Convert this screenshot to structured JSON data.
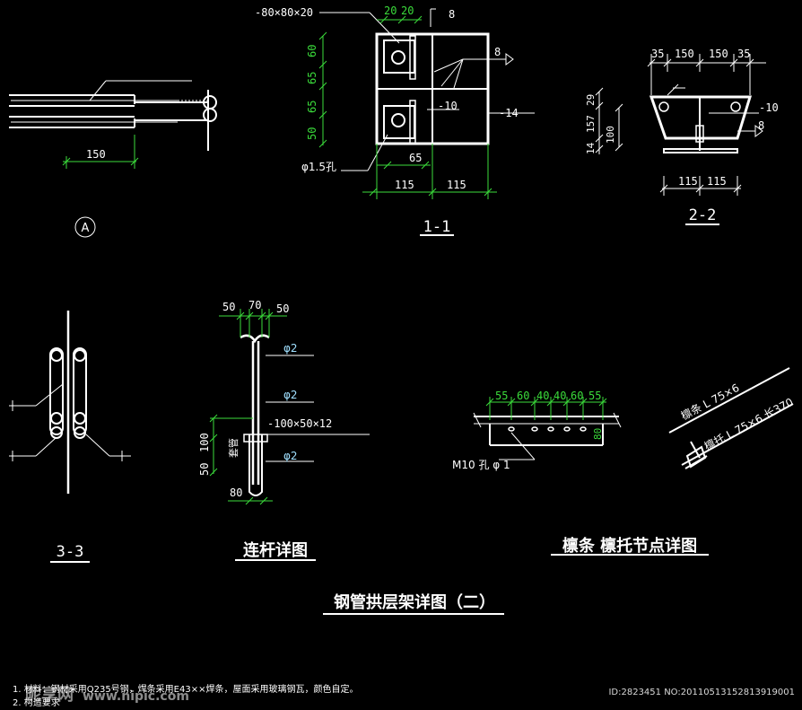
{
  "drawing": {
    "main_title": "钢管拱层架详图（二）",
    "note_line1": "1. 材料：钢材采用Q235号钢，焊条采用E43××焊条，屋面采用玻璃钢瓦，颜色自定。",
    "note_line2": "2. 构造要求",
    "watermark_logo": "昵享网",
    "watermark_url": "www.nipic.com",
    "watermark_id": "ID:2823451 NO:20110513152813919001"
  },
  "detail_a": {
    "marker": "A",
    "dim_150": "150"
  },
  "section_1_1": {
    "title": "1-1",
    "plate": "-80×80×20",
    "dim_top_a": "20",
    "dim_top_b": "20",
    "weld_8": "8",
    "weld_8b": "8",
    "left_60": "60",
    "left_65a": "65",
    "left_65b": "65",
    "left_50": "50",
    "hole": "φ1.5孔",
    "plate_10": "-10",
    "plate_14": "-14",
    "dim_65": "65",
    "dim_115a": "115",
    "dim_115b": "115"
  },
  "section_2_2": {
    "title": "2-2",
    "top_35a": "35",
    "top_150a": "150",
    "top_150b": "150",
    "top_35b": "35",
    "left_29": "29",
    "left_157": "157",
    "left_14": "14",
    "left_100": "100",
    "plate_10": "-10",
    "weld_8": "8",
    "bottom_115a": "115",
    "bottom_115b": "115"
  },
  "section_3_3": {
    "title": "3-3"
  },
  "tie_rod": {
    "title": "连杆详图",
    "top_50a": "50",
    "top_70": "70",
    "top_50b": "50",
    "phi2_a": "φ2",
    "phi2_b": "φ2",
    "phi2_c": "φ2",
    "plate": "-100×50×12",
    "left_100": "100",
    "left_50": "50",
    "sleeve": "套管",
    "bottom_80": "80"
  },
  "purlin_node": {
    "title": "檩条  檩托节点详图",
    "dims": [
      "55",
      "60",
      "40",
      "40",
      "60",
      "55"
    ],
    "right_80": "80",
    "bolt_hole": "M10 孔 φ 1",
    "purlin_label": "檩条 L 75×6",
    "bracket_label": "檩托 L 75×6 长370"
  }
}
